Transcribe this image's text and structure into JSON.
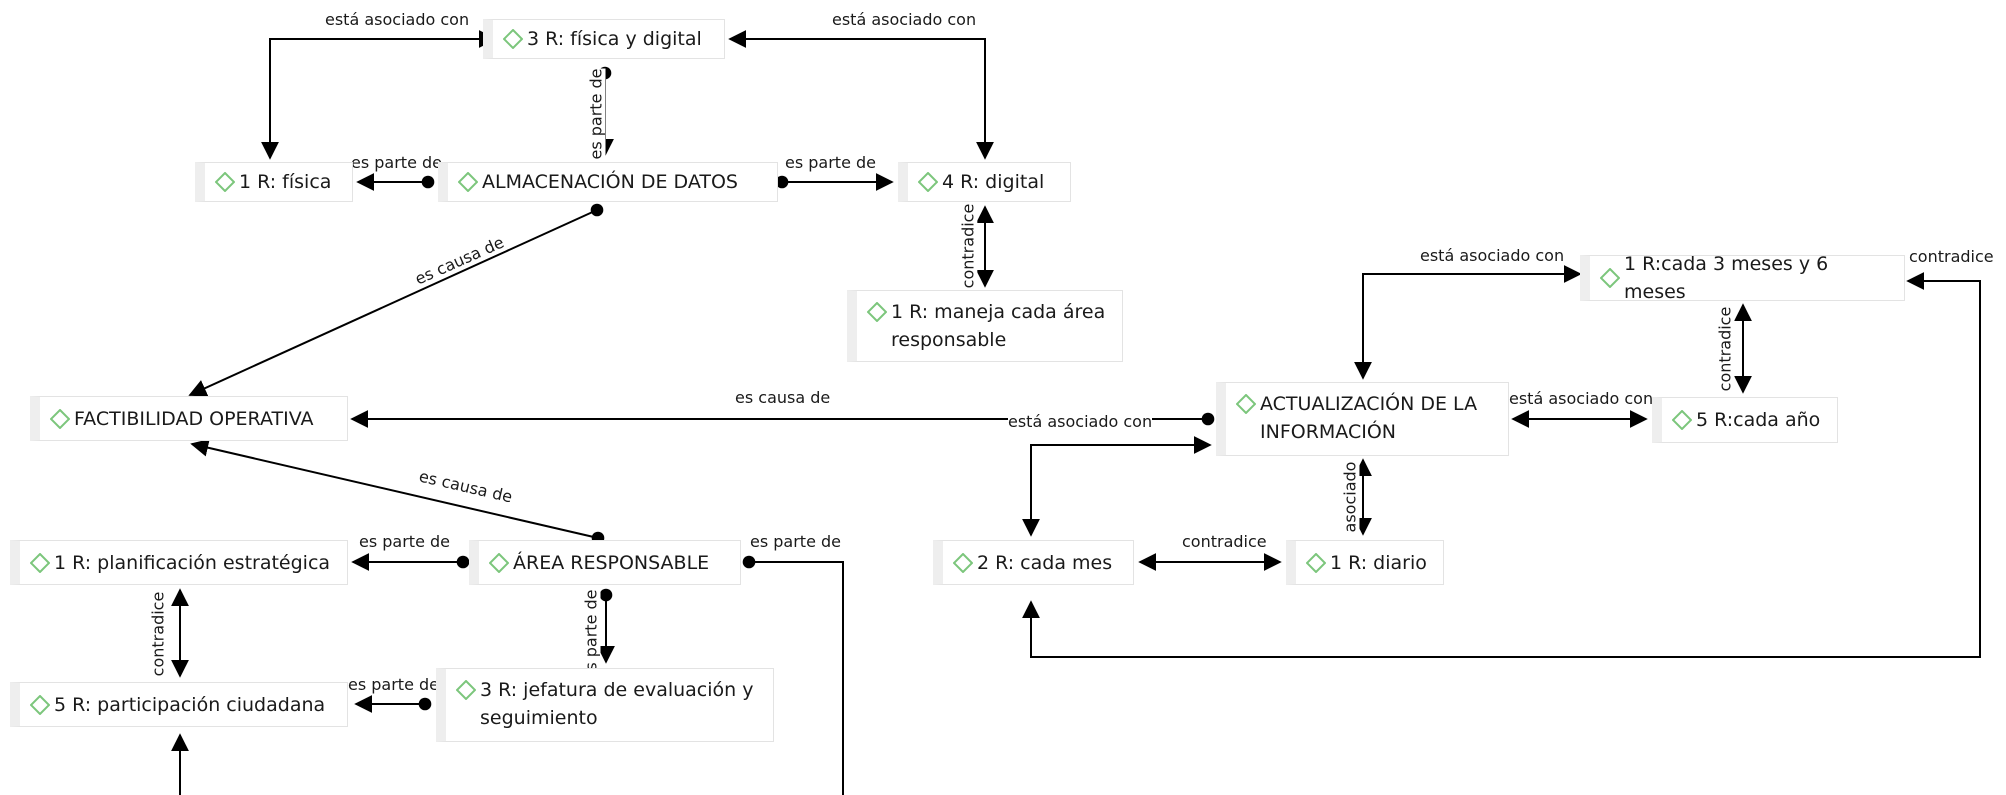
{
  "nodes": {
    "fisica_digital": "3 R: física y digital",
    "fisica": "1 R: física",
    "almacenacion": "ALMACENACIÓN DE DATOS",
    "digital": "4 R: digital",
    "maneja": "1 R: maneja cada área responsable",
    "factibilidad": "FACTIBILIDAD OPERATIVA",
    "planificacion": "1 R: planificación estratégica",
    "area": "ÁREA RESPONSABLE",
    "participacion": "5 R: participación ciudadana",
    "jefatura": "3 R: jefatura de evaluación y seguimiento",
    "tres_seis": "1 R:cada 3 meses y 6 meses",
    "actualizacion": "ACTUALIZACIÓN DE LA INFORMACIÓN",
    "cada_anio": "5 R:cada año",
    "cada_mes": "2 R: cada mes",
    "diario": "1 R: diario"
  },
  "edge_labels": {
    "asociado_top_left": "está asociado con",
    "asociado_top_right": "está asociado con",
    "parte_de_fd": "es parte de",
    "parte_de_fisica": "es parte de",
    "parte_de_digital": "es parte de",
    "contradice_maneja": "contradice",
    "causa_alm": "es causa de",
    "causa_act": "es causa de",
    "asociado_act_mes": "está asociado con",
    "causa_area": "es causa de",
    "parte_de_plan": "es parte de",
    "parte_de_particip": "es parte de",
    "contradice_plan": "contradice",
    "parte_de_jefatura": "es parte de",
    "parte_de_area_right": "es parte de",
    "asociado_tres_seis": "está asociado con",
    "contradice_tres_seis": "contradice",
    "contradice_anio": "contradice",
    "asociado_anio": "está asociado con",
    "asociado_diario": "asociado",
    "contradice_mes": "contradice"
  },
  "colors": {
    "diamond": "#7cc67c",
    "edge": "#000000"
  },
  "icon": "diamond-icon"
}
